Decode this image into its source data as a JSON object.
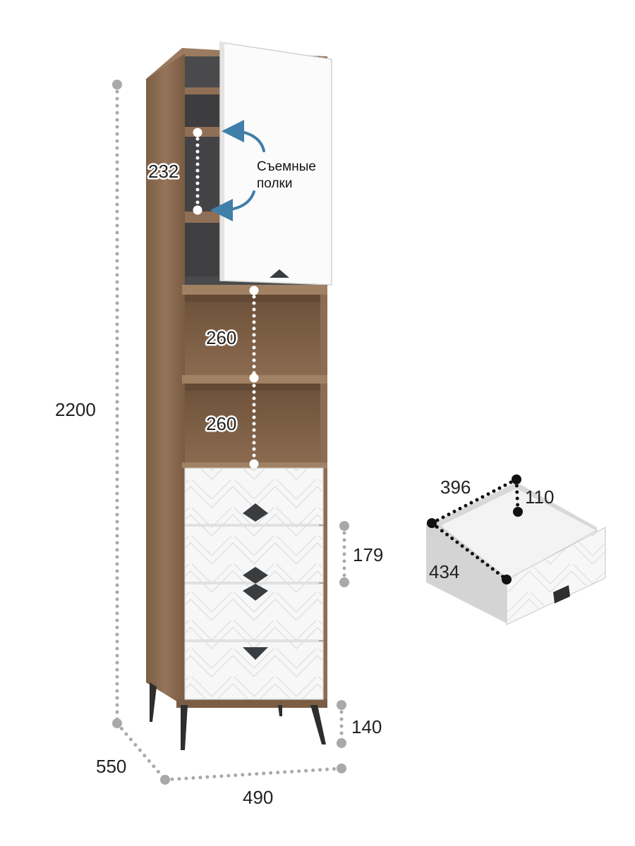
{
  "diagram": {
    "label_shelves_line1": "Съемные",
    "label_shelves_line2": "полки",
    "dimensions": {
      "height_total": "2200",
      "shelf_spacing": "232",
      "open_section_upper": "260",
      "open_section_lower": "260",
      "drawer_height": "179",
      "leg_height": "140",
      "depth": "550",
      "width": "490"
    },
    "drawer_dimensions": {
      "inner_width": "396",
      "inner_height": "110",
      "inner_depth": "434"
    },
    "colors": {
      "wood": "#8a6a4e",
      "wood_dark": "#6e5039",
      "white_panel": "#f7f7f7",
      "dim_dots_gray": "#a9a9a9",
      "dim_dots_dark": "#111111",
      "arrow_blue": "#3f7fa8",
      "handle": "#3a3d40"
    }
  }
}
